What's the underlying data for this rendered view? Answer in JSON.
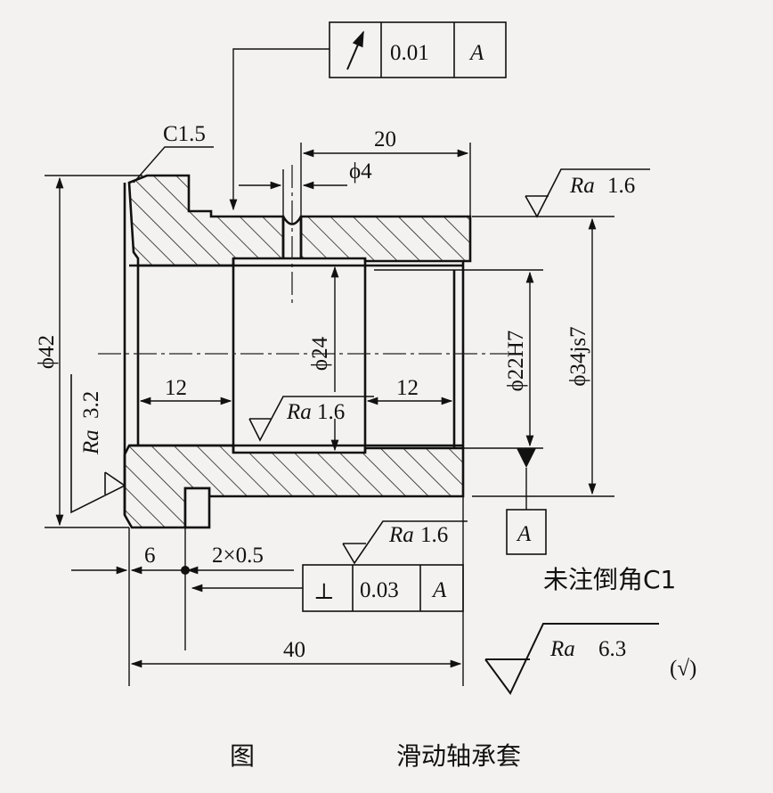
{
  "part": {
    "name": "滑动轴承套",
    "figure_label": "图"
  },
  "dimensions": {
    "chamfer": "C1.5",
    "hole_pos": "20",
    "hole_dia": "ϕ4",
    "outer_flange": "ϕ42",
    "inner_relief": "ϕ24",
    "bore": "ϕ22H7",
    "outer_body": "ϕ34js7",
    "left_land": "12",
    "right_land": "12",
    "flange_width": "6",
    "groove": "2×0.5",
    "total_length": "40"
  },
  "roughness": {
    "prefix": "Ra",
    "outer": "1.6",
    "bore_relief": "1.6",
    "flange_face": "3.2",
    "top_note": "1.6",
    "general": "6.3",
    "others_symbol": "(√)"
  },
  "tolerances": {
    "runout": {
      "symbol": "↗",
      "value": "0.01",
      "datum": "A"
    },
    "perpendicularity": {
      "symbol": "⊥",
      "value": "0.03",
      "datum": "A"
    },
    "datum_label": "A"
  },
  "notes": {
    "chamfer_note": "未注倒角C1"
  }
}
